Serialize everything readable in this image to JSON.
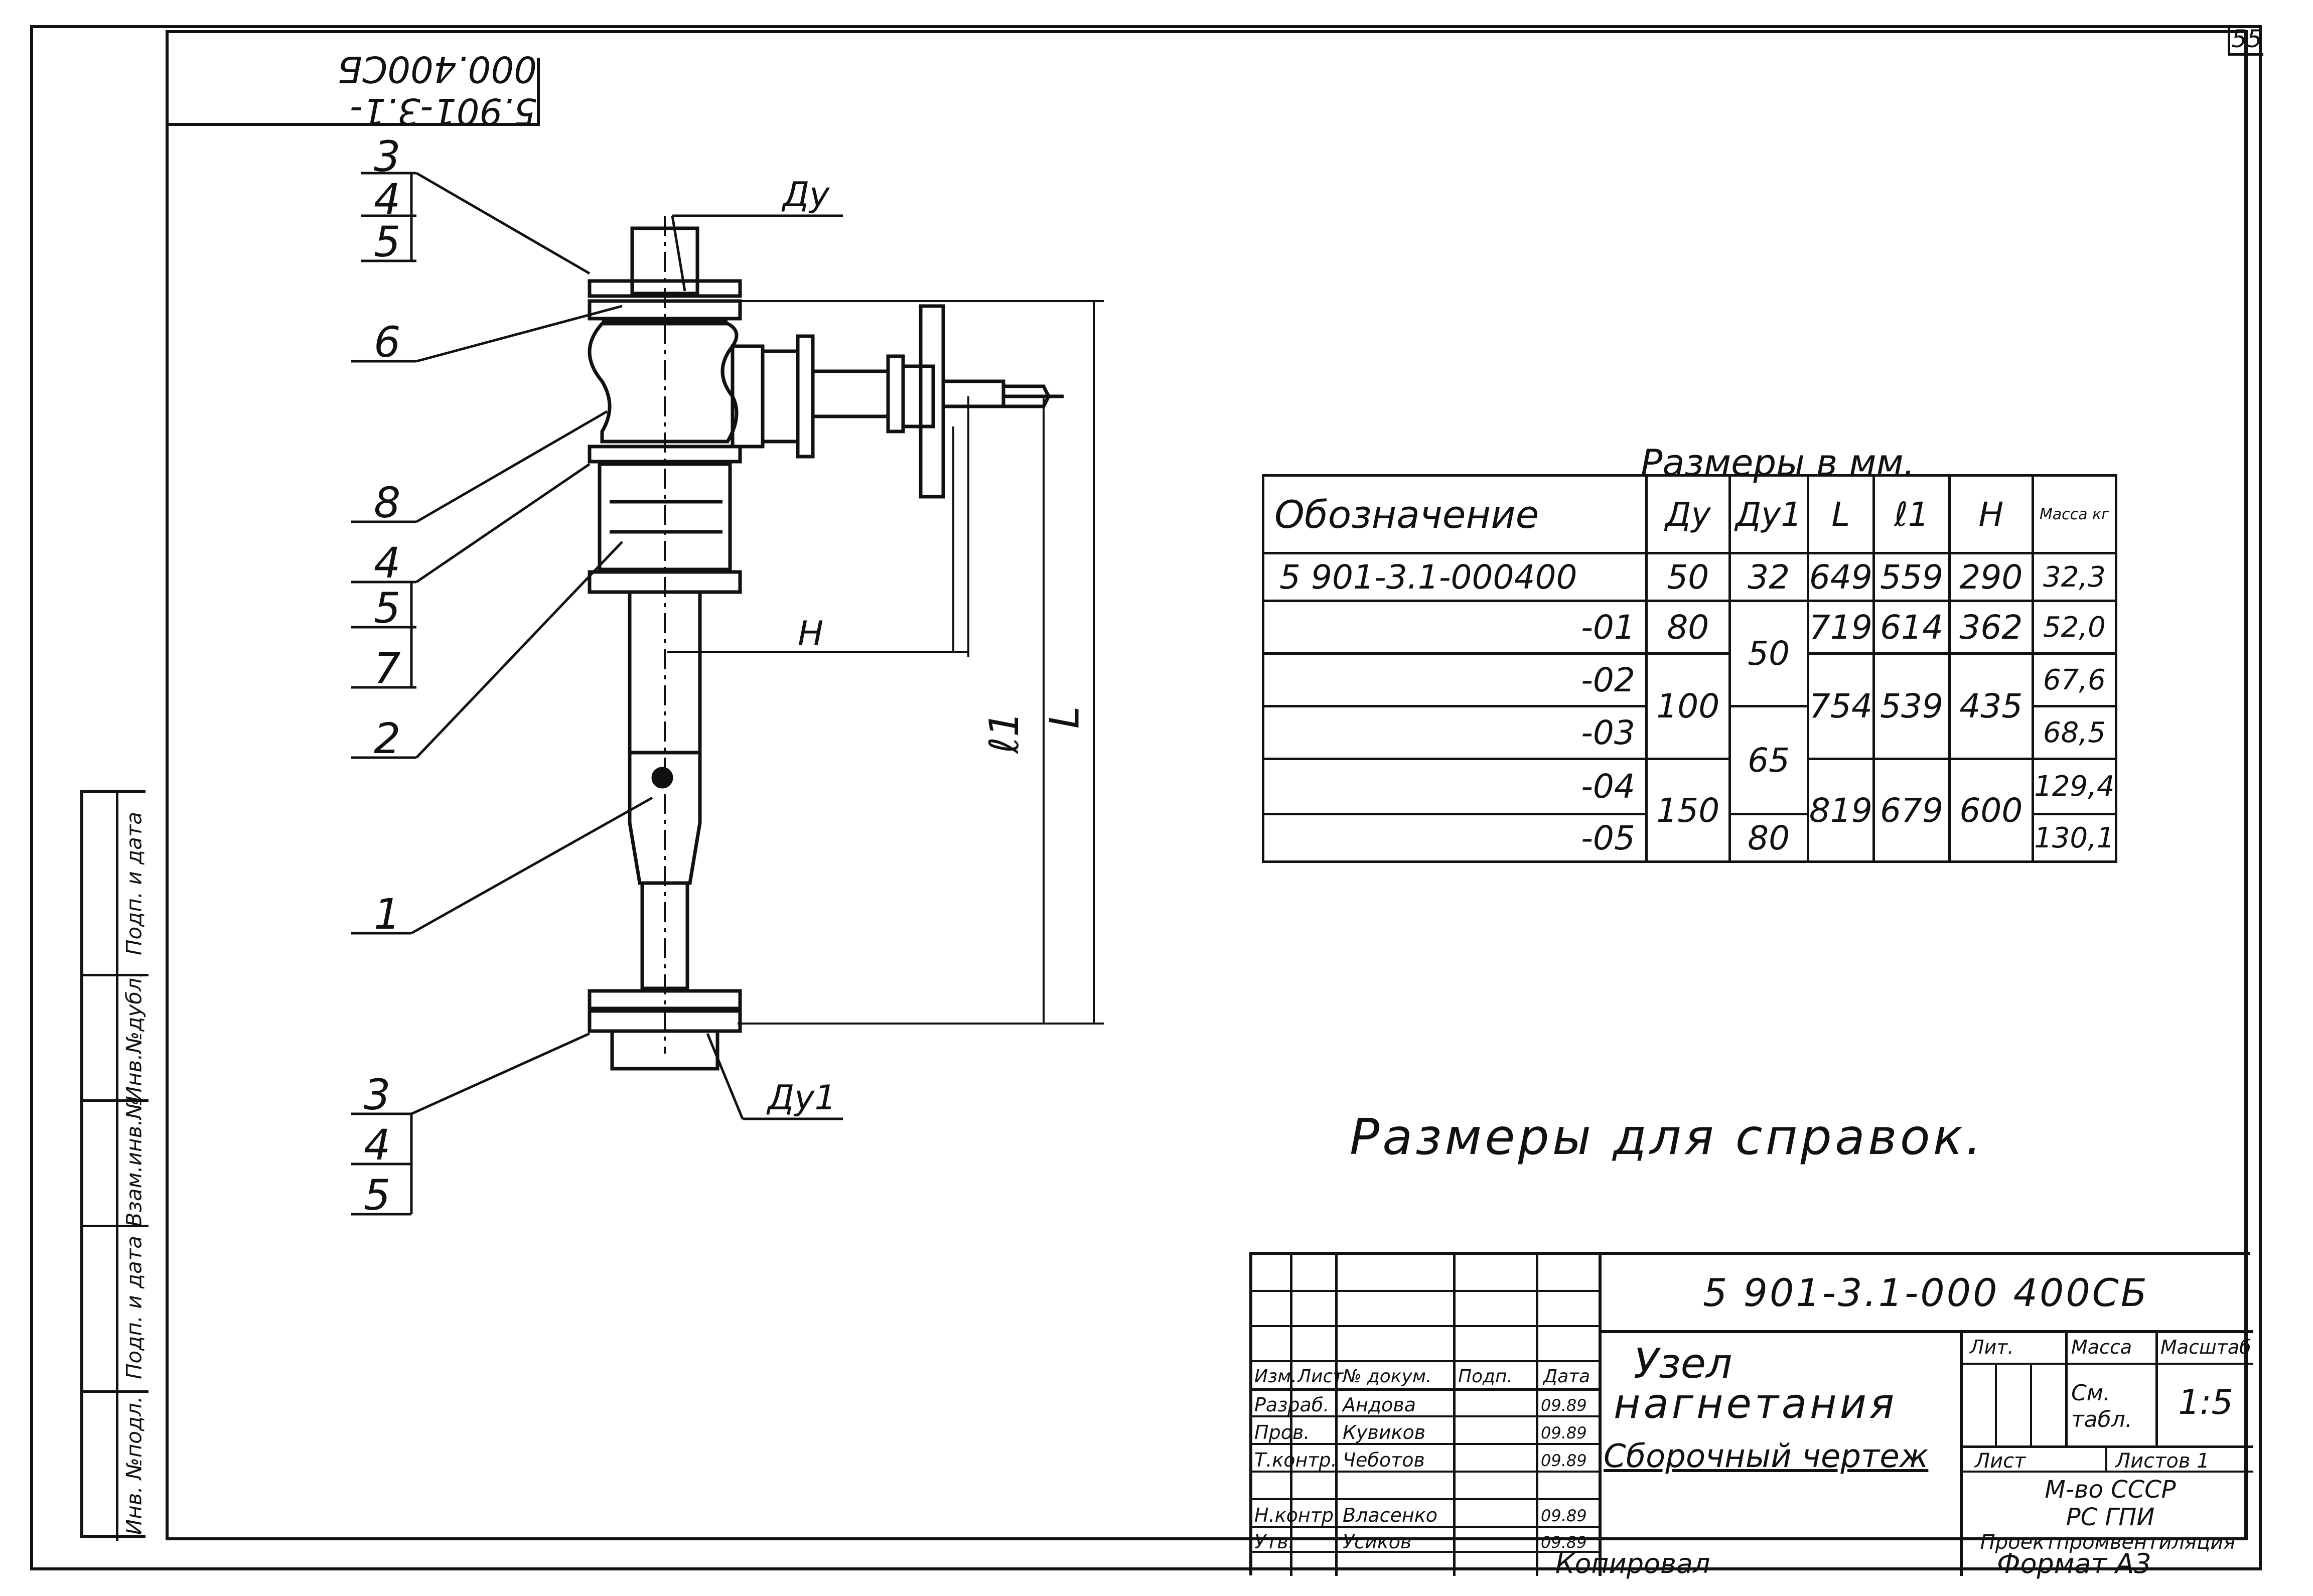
{
  "page_number": "55",
  "rotated_code": "5.901-3.1-000.400СБ",
  "drawing": {
    "positions": [
      "3",
      "4",
      "5",
      "6",
      "8",
      "4",
      "5",
      "7",
      "2",
      "1",
      "3",
      "4",
      "5"
    ],
    "dims": {
      "dy": "Ду",
      "dy1": "Ду1",
      "H": "Н",
      "l1": "ℓ1",
      "L": "L"
    }
  },
  "table": {
    "caption": "Размеры в мм.",
    "headers": [
      "Обозначение",
      "Ду",
      "Ду1",
      "L",
      "ℓ1",
      "Н",
      "Масса кг"
    ],
    "rows": [
      [
        "5 901-3.1-000400",
        "50",
        "32",
        "649",
        "559",
        "290",
        "32,3"
      ],
      [
        "-01",
        "80",
        "50",
        "719",
        "614",
        "362",
        "52,0"
      ],
      [
        "-02",
        "100",
        "",
        "754",
        "539",
        "435",
        "67,6"
      ],
      [
        "-03",
        "",
        "65",
        "",
        "",
        "",
        "68,5"
      ],
      [
        "-04",
        "150",
        "",
        "819",
        "679",
        "600",
        "129,4"
      ],
      [
        "-05",
        "",
        "80",
        "",
        "",
        "",
        "130,1"
      ]
    ]
  },
  "note": "Размеры для справок.",
  "side_stamp": [
    "Инв. №подл.",
    "Подп. и дата",
    "Взам.инв.№",
    "Инв.№дубл.",
    "Подп. и дата"
  ],
  "title_block": {
    "code": "5 901-3.1-000 400СБ",
    "name_line1": "Узел",
    "name_line2": "нагнетания",
    "doc_type": "Сборочный чертеж",
    "col_headers": [
      "Изм.",
      "Лист",
      "№ докум.",
      "Подп.",
      "Дата"
    ],
    "roles": [
      {
        "role": "Разраб.",
        "name": "Андова",
        "date": "09.89"
      },
      {
        "role": "Пров.",
        "name": "Кувиков",
        "date": "09.89"
      },
      {
        "role": "Т.контр.",
        "name": "Чеботов",
        "date": "09.89"
      },
      {
        "role": "Н.контр.",
        "name": "Власенко",
        "date": "09.89"
      },
      {
        "role": "Утв.",
        "name": "Усиков",
        "date": "09.89"
      }
    ],
    "lit_label": "Лит.",
    "mass_label": "Масса",
    "scale_label": "Масштаб",
    "mass_value": "См. табл.",
    "scale_value": "1:5",
    "sheet_label": "Лист",
    "sheets_label": "Листов 1",
    "org_line1": "М-во СССР",
    "org_line2": "РС ГПИ",
    "org_line3": "Проектпромвентиляция",
    "copied": "Копировал",
    "format": "Формат А3"
  }
}
